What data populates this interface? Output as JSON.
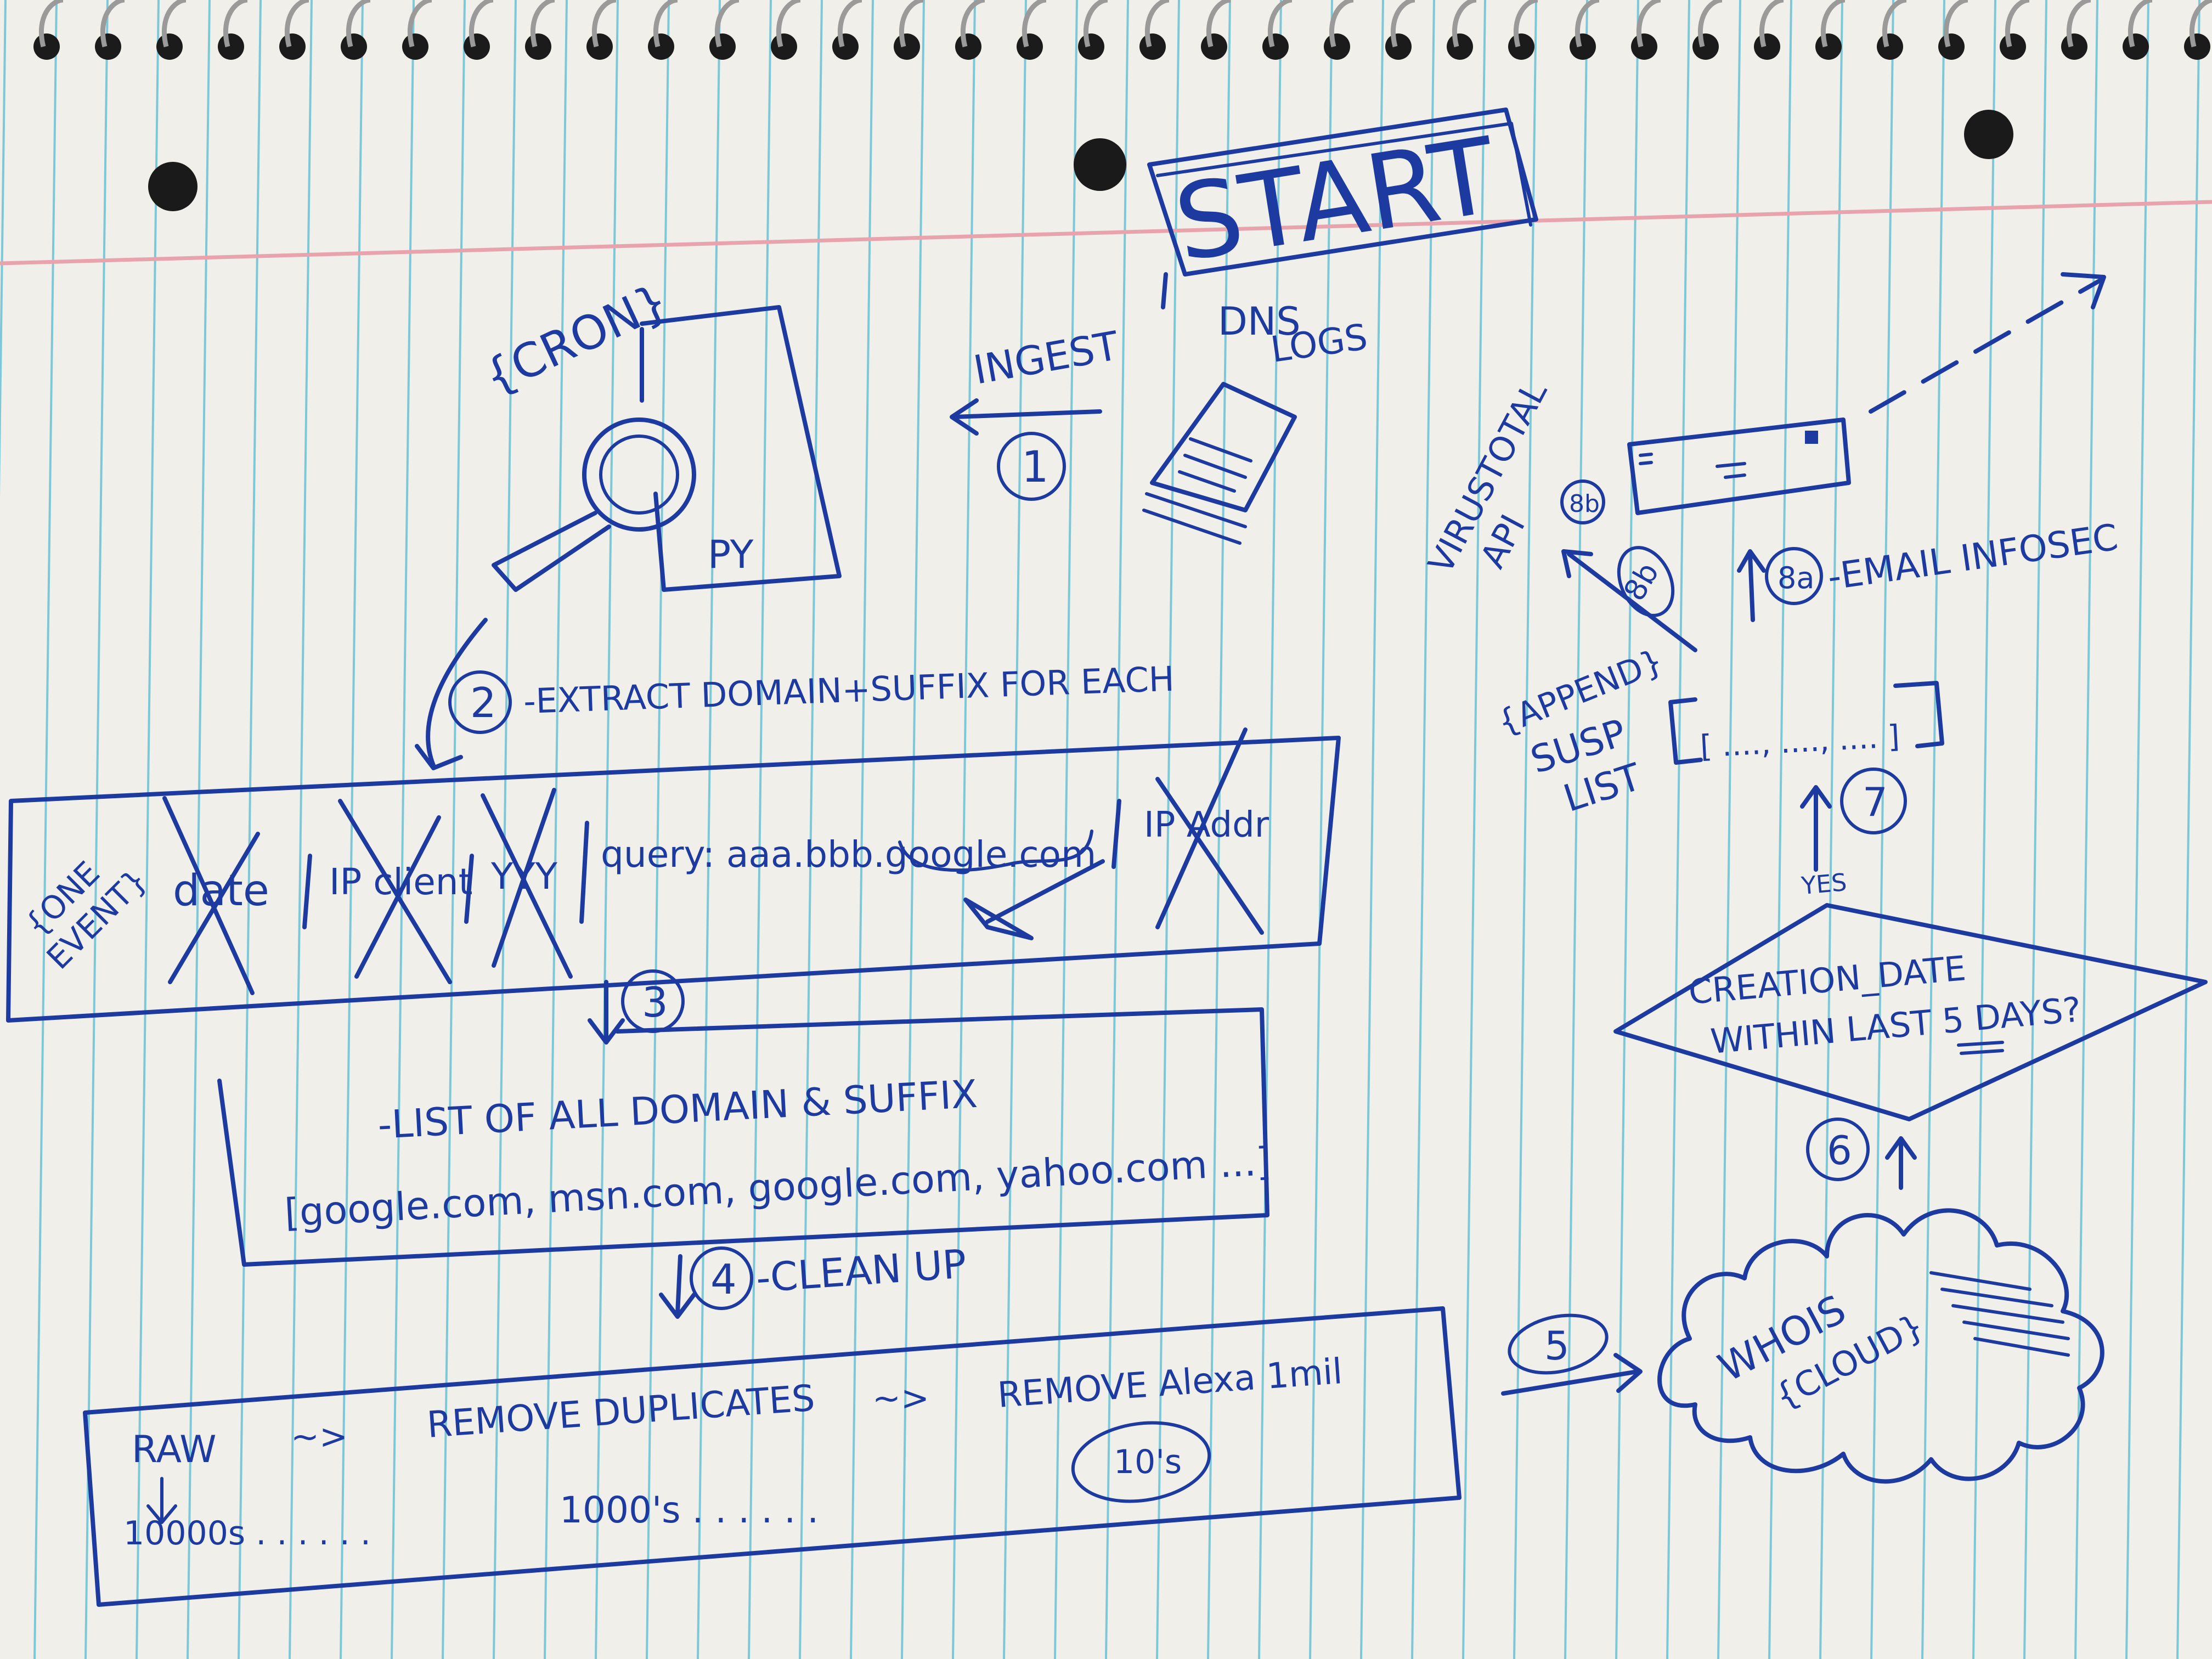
{
  "start": {
    "label": "START"
  },
  "cron": {
    "label": "{CRON}",
    "script_label": "PY",
    "icon": "magnifier-icon"
  },
  "dns": {
    "label_line1": "DNS",
    "label_line2": "LOGS",
    "icon": "paper-stack-icon"
  },
  "steps": {
    "s1": {
      "num": "1",
      "label": "INGEST"
    },
    "s2": {
      "num": "2",
      "label": "-EXTRACT DOMAIN+SUFFIX FOR EACH"
    },
    "s3": {
      "num": "3"
    },
    "s4": {
      "num": "4",
      "label": "-CLEAN UP"
    },
    "s5": {
      "num": "5"
    },
    "s6": {
      "num": "6"
    },
    "s7": {
      "num": "7",
      "yes": "YES"
    },
    "s8a": {
      "num": "8a",
      "label": "-EMAIL INFOSEC"
    },
    "s8b": {
      "num": "8b"
    },
    "s8b2": {
      "num": "8b"
    }
  },
  "event": {
    "prefix_line1": "{ONE",
    "prefix_line2": "EVENT}",
    "fields": [
      "date",
      "IP client",
      "YYY",
      "query: aaa.bbb.google.com",
      "IP Addr"
    ]
  },
  "domain_list": {
    "title": "-LIST OF ALL DOMAIN & SUFFIX",
    "items": "[google.com, msn.com, google.com, yahoo.com ...]"
  },
  "cleanup": {
    "raw": "RAW",
    "arrow1": "~>",
    "remove_dups": "REMOVE DUPLICATES",
    "arrow2": "~>",
    "remove_alexa": "REMOVE Alexa 1mil",
    "count_raw": "10000s . . . . . .",
    "count_dups": "1000's . . . . . .",
    "count_alexa": "10's"
  },
  "whois": {
    "line1": "WHOIS",
    "line2": "{CLOUD}",
    "icon": "cloud-icon"
  },
  "decision": {
    "line1": "CREATION_DATE",
    "line2": "WITHIN LAST 5 DAYS?"
  },
  "susp": {
    "line1": "{APPEND}",
    "line2": "SUSP",
    "line3": "LIST",
    "items": "[ ...., ...., .... ]"
  },
  "virustotal": {
    "line1": "VIRUSTOTAL",
    "line2": "API",
    "icon": "envelope-icon"
  }
}
